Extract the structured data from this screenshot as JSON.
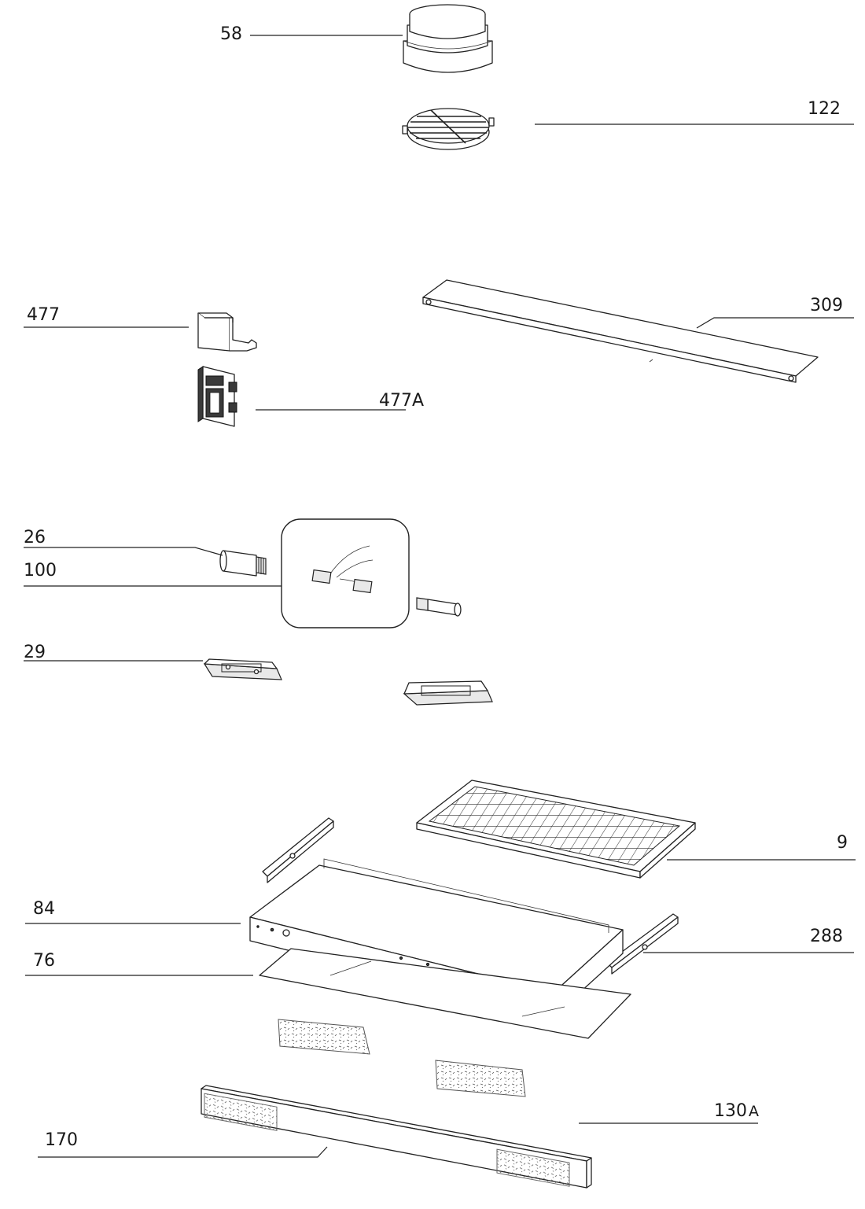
{
  "labels": {
    "l58": "58",
    "l122": "122",
    "l309": "309",
    "l477": "477",
    "l477a": "477A",
    "l26": "26",
    "l100": "100",
    "l29": "29",
    "l9": "9",
    "l84": "84",
    "l288": "288",
    "l76": "76",
    "l130": "130",
    "l130suffix": "A",
    "l170": "170"
  }
}
